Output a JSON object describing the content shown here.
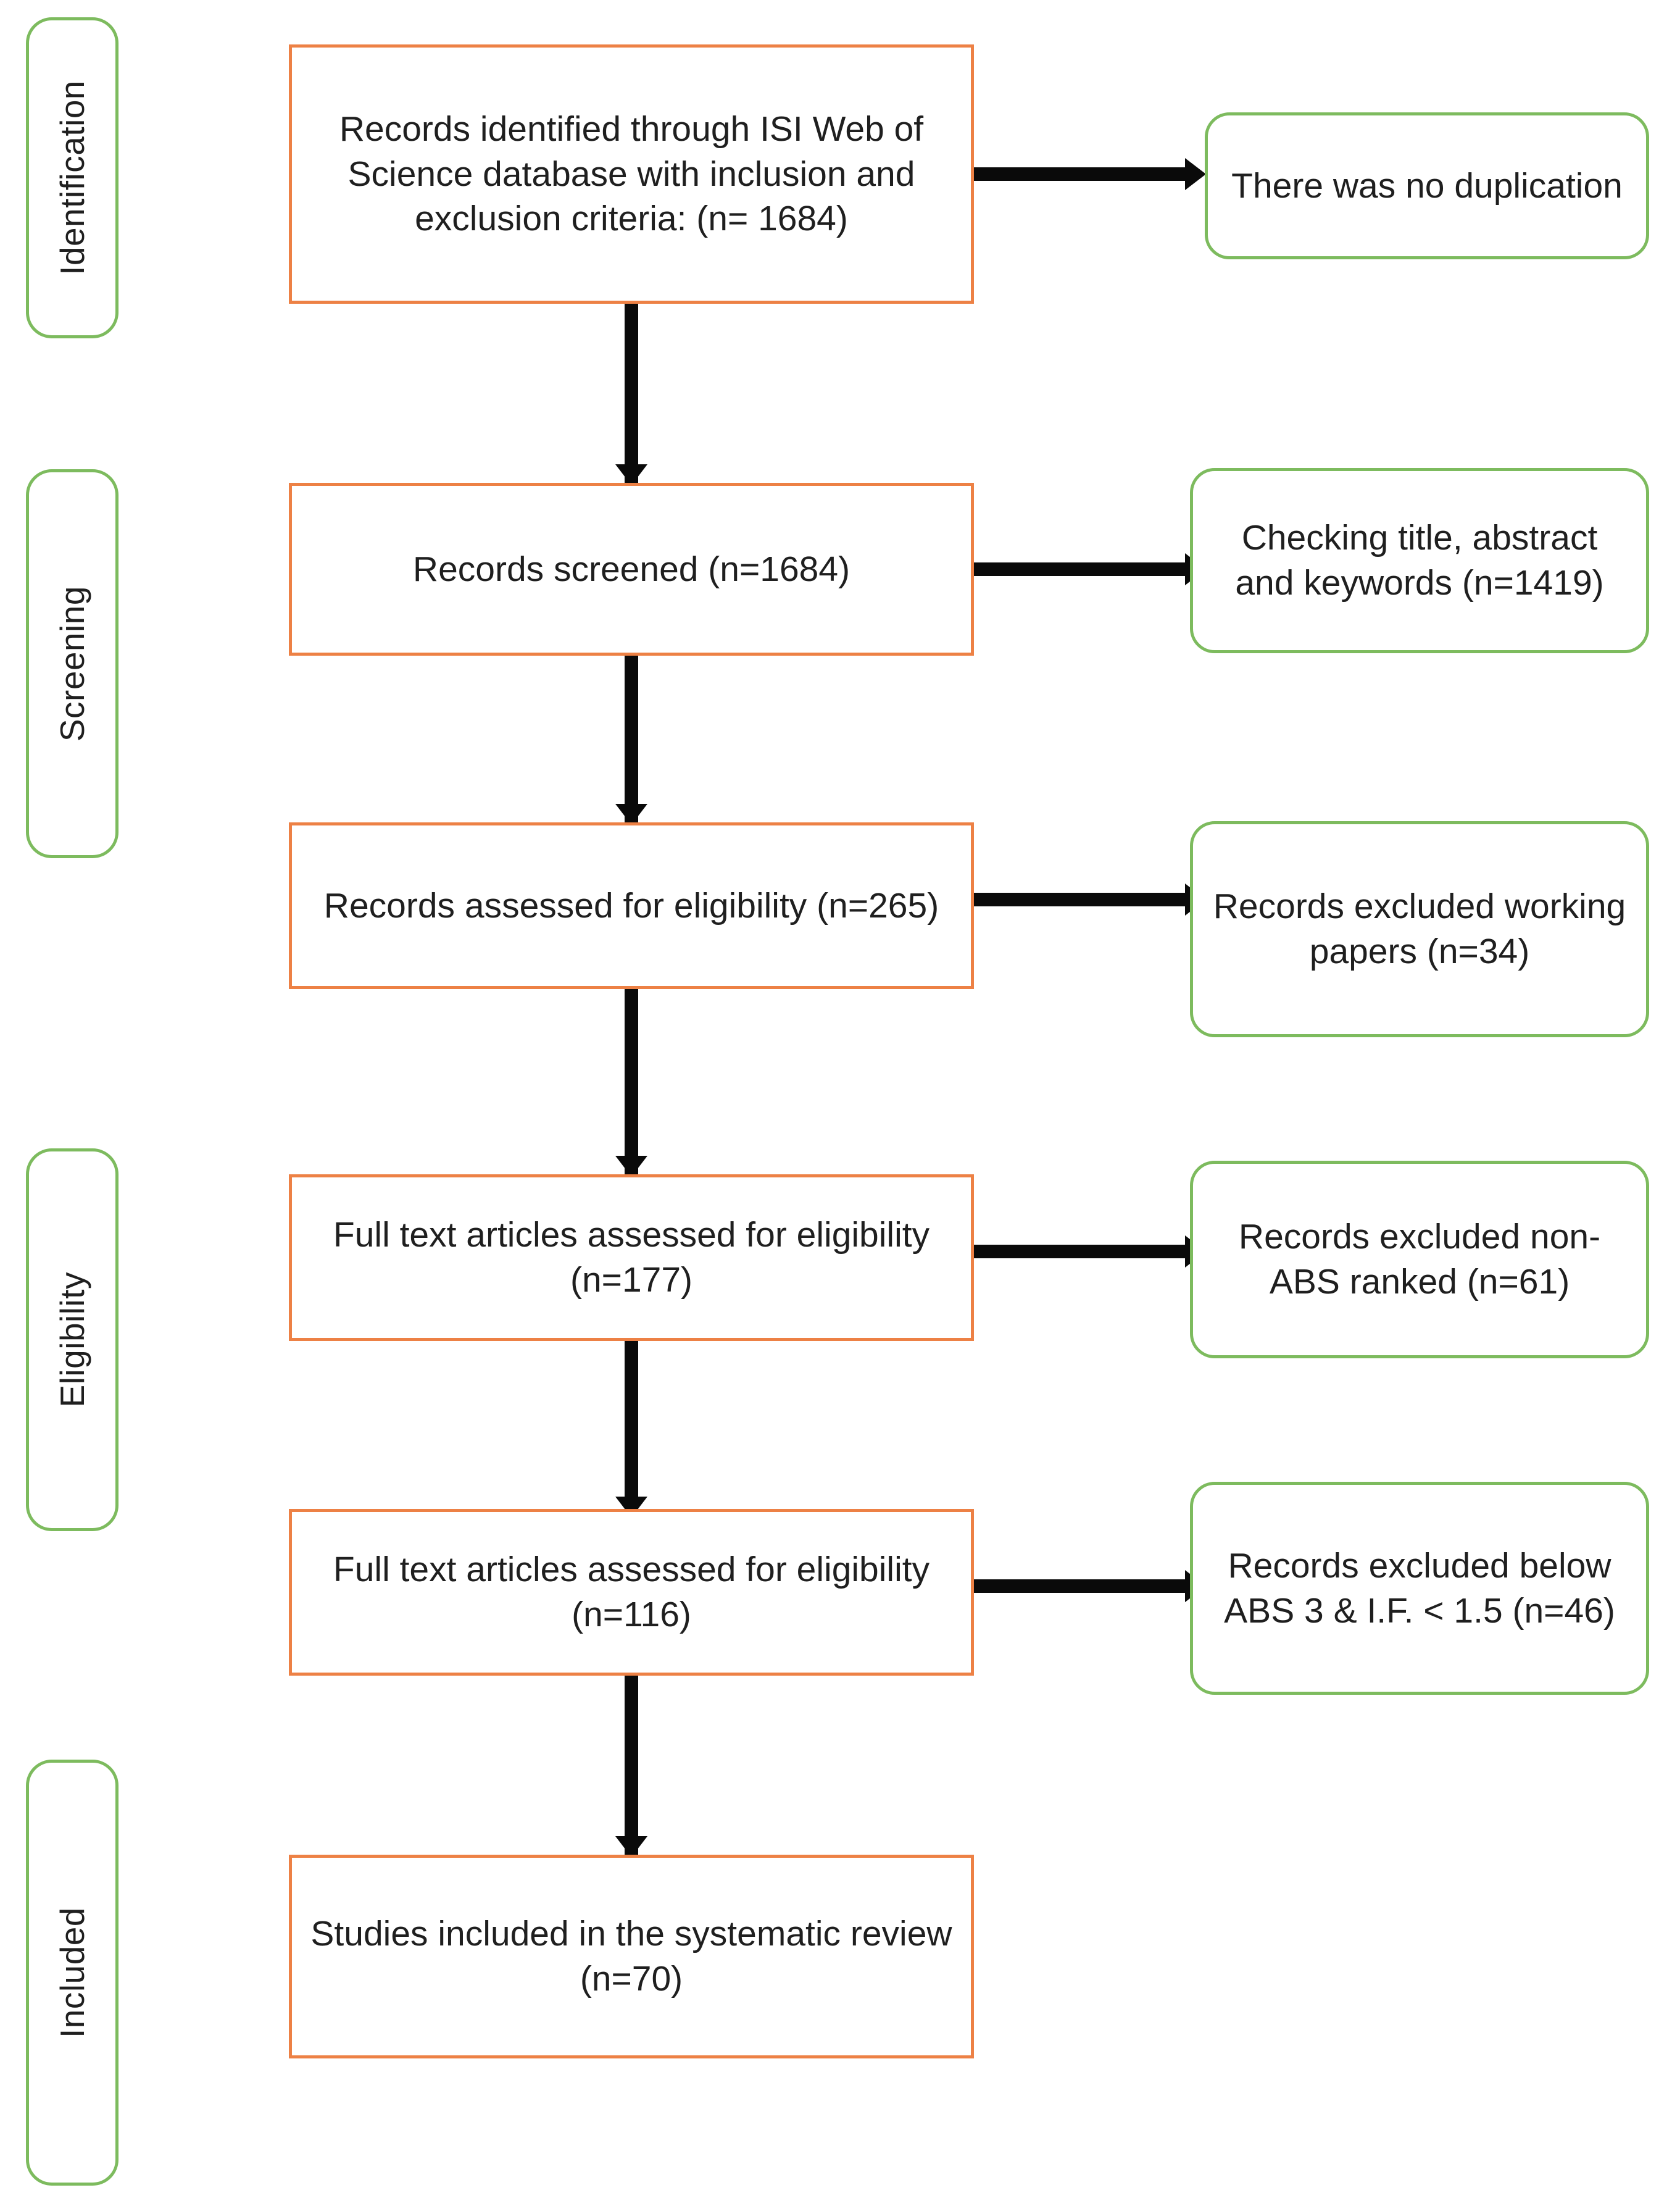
{
  "diagram": {
    "type": "prisma-flow-diagram",
    "colors": {
      "process_box_border": "#ED8145",
      "note_box_border": "#7DBB5E",
      "stage_label_border": "#7DBB5E",
      "connector": "#0A0A0A",
      "background": "#FFFFFF",
      "text": "#1F1F1F"
    }
  },
  "stages": [
    {
      "id": "identification",
      "label": "Identification"
    },
    {
      "id": "screening",
      "label": "Screening"
    },
    {
      "id": "eligibility",
      "label": "Eligibility"
    },
    {
      "id": "included",
      "label": "Included"
    }
  ],
  "process_boxes": [
    {
      "id": "records-identified",
      "stage": "identification",
      "text": "Records identified through ISI Web of Science database with inclusion and exclusion criteria: (n= 1684)",
      "n": 1684
    },
    {
      "id": "records-screened",
      "stage": "screening",
      "text": "Records screened (n=1684)",
      "n": 1684
    },
    {
      "id": "records-assessed",
      "stage": "screening",
      "text": "Records assessed for eligibility (n=265)",
      "n": 265
    },
    {
      "id": "fulltext-assessed-177",
      "stage": "eligibility",
      "text": "Full text articles assessed for eligibility (n=177)",
      "n": 177
    },
    {
      "id": "fulltext-assessed-116",
      "stage": "eligibility",
      "text": "Full text articles assessed for eligibility (n=116)",
      "n": 116
    },
    {
      "id": "studies-included",
      "stage": "included",
      "text": "Studies included in the systematic review (n=70)",
      "n": 70
    }
  ],
  "note_boxes": [
    {
      "id": "no-duplication",
      "text": "There was no duplication",
      "n": null
    },
    {
      "id": "checking-title-abstract-keywords",
      "text": "Checking title, abstract and keywords (n=1419)",
      "n": 1419
    },
    {
      "id": "excluded-working-papers",
      "text": "Records excluded working papers (n=34)",
      "n": 34
    },
    {
      "id": "excluded-non-abs-ranked",
      "text": "Records excluded non-ABS ranked (n=61)",
      "n": 61
    },
    {
      "id": "excluded-below-abs3",
      "text": "Records excluded below ABS 3 & I.F. < 1.5 (n=46)",
      "n": 46
    }
  ]
}
